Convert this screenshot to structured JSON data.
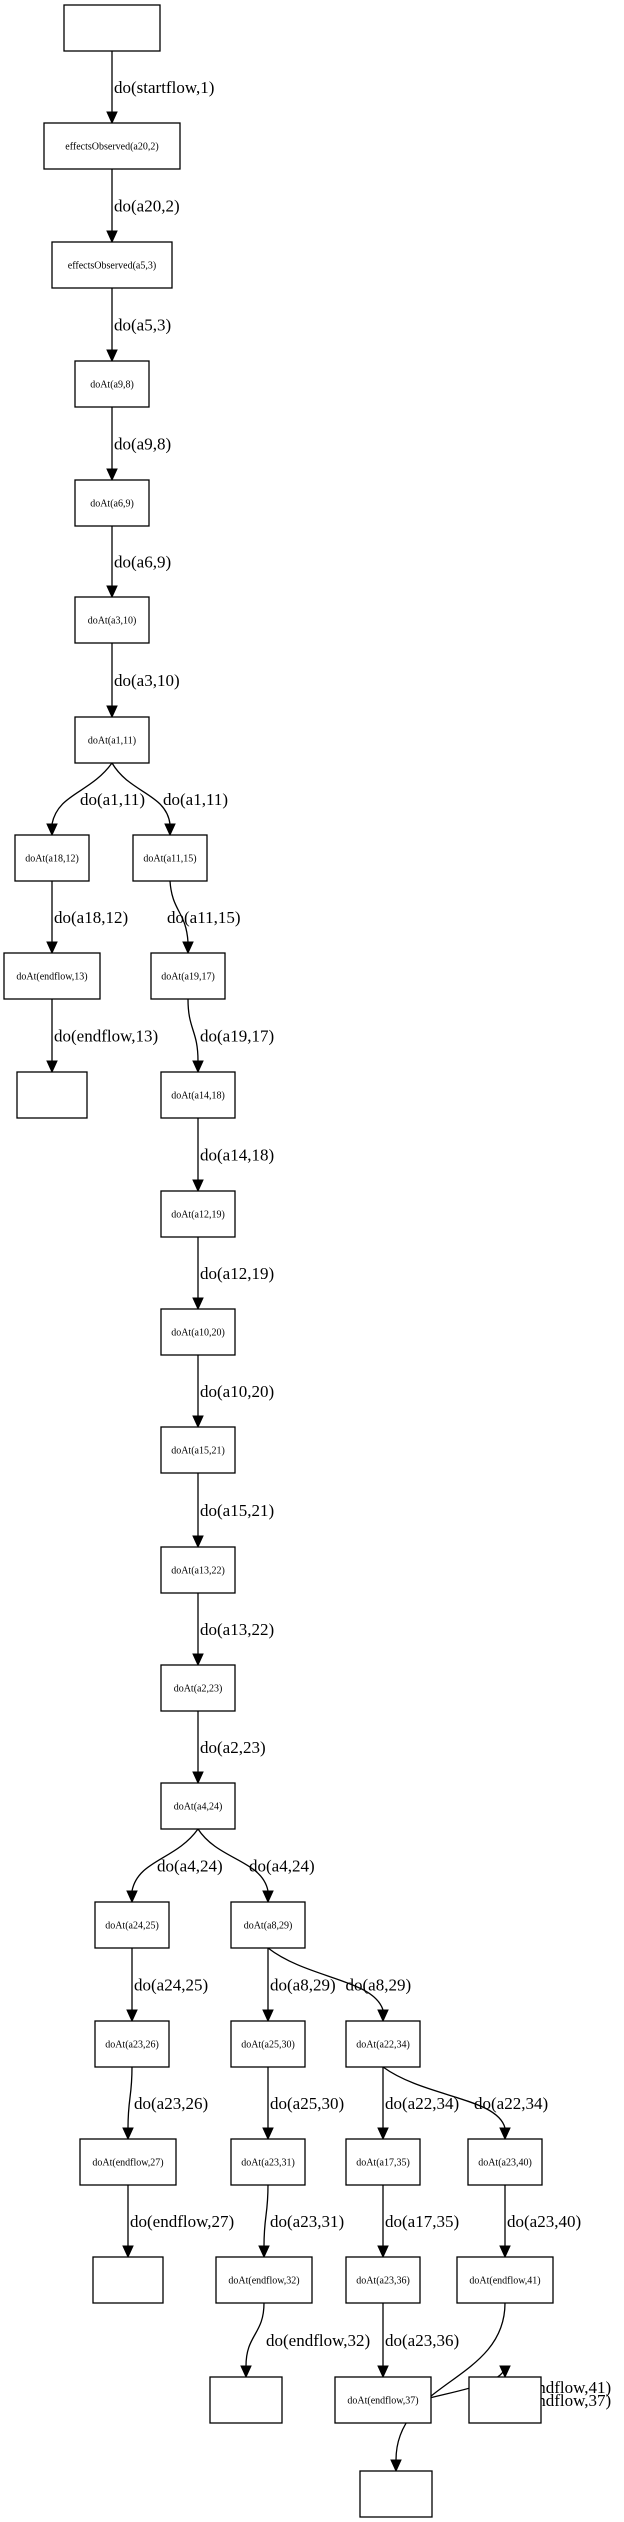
{
  "graph": {
    "nodes": [
      {
        "id": "n0",
        "label": ""
      },
      {
        "id": "n1",
        "label": "effectsObserved(a20,2)"
      },
      {
        "id": "n2",
        "label": "effectsObserved(a5,3)"
      },
      {
        "id": "n3",
        "label": "doAt(a9,8)"
      },
      {
        "id": "n4",
        "label": "doAt(a6,9)"
      },
      {
        "id": "n5",
        "label": "doAt(a3,10)"
      },
      {
        "id": "n6",
        "label": "doAt(a1,11)"
      },
      {
        "id": "n7",
        "label": "doAt(a18,12)"
      },
      {
        "id": "n8",
        "label": "doAt(a11,15)"
      },
      {
        "id": "n9",
        "label": "doAt(endflow,13)"
      },
      {
        "id": "n10",
        "label": ""
      },
      {
        "id": "n11",
        "label": "doAt(a19,17)"
      },
      {
        "id": "n12",
        "label": "doAt(a14,18)"
      },
      {
        "id": "n13",
        "label": "doAt(a12,19)"
      },
      {
        "id": "n14",
        "label": "doAt(a10,20)"
      },
      {
        "id": "n15",
        "label": "doAt(a15,21)"
      },
      {
        "id": "n16",
        "label": "doAt(a13,22)"
      },
      {
        "id": "n17",
        "label": "doAt(a2,23)"
      },
      {
        "id": "n18",
        "label": "doAt(a4,24)"
      },
      {
        "id": "n19",
        "label": "doAt(a24,25)"
      },
      {
        "id": "n20",
        "label": "doAt(a8,29)"
      },
      {
        "id": "n21",
        "label": "doAt(a23,26)"
      },
      {
        "id": "n22",
        "label": "doAt(a25,30)"
      },
      {
        "id": "n23",
        "label": "doAt(a22,34)"
      },
      {
        "id": "n24",
        "label": "doAt(endflow,27)"
      },
      {
        "id": "n25",
        "label": "doAt(a23,31)"
      },
      {
        "id": "n26",
        "label": "doAt(a17,35)"
      },
      {
        "id": "n27",
        "label": "doAt(a23,40)"
      },
      {
        "id": "n28",
        "label": ""
      },
      {
        "id": "n29",
        "label": "doAt(endflow,32)"
      },
      {
        "id": "n30",
        "label": "doAt(a23,36)"
      },
      {
        "id": "n31",
        "label": "doAt(endflow,41)"
      },
      {
        "id": "n32",
        "label": ""
      },
      {
        "id": "n33",
        "label": "doAt(endflow,37)"
      },
      {
        "id": "n34",
        "label": ""
      },
      {
        "id": "n35",
        "label": ""
      }
    ],
    "edges": [
      {
        "from": "n0",
        "to": "n1",
        "label": "do(startflow,1)"
      },
      {
        "from": "n1",
        "to": "n2",
        "label": "do(a20,2)"
      },
      {
        "from": "n2",
        "to": "n3",
        "label": "do(a5,3)"
      },
      {
        "from": "n3",
        "to": "n4",
        "label": "do(a9,8)"
      },
      {
        "from": "n4",
        "to": "n5",
        "label": "do(a6,9)"
      },
      {
        "from": "n5",
        "to": "n6",
        "label": "do(a3,10)"
      },
      {
        "from": "n6",
        "to": "n7",
        "label": "do(a1,11)"
      },
      {
        "from": "n6",
        "to": "n8",
        "label": "do(a1,11)"
      },
      {
        "from": "n7",
        "to": "n9",
        "label": "do(a18,12)"
      },
      {
        "from": "n9",
        "to": "n10",
        "label": "do(endflow,13)"
      },
      {
        "from": "n8",
        "to": "n11",
        "label": "do(a11,15)"
      },
      {
        "from": "n11",
        "to": "n12",
        "label": "do(a19,17)"
      },
      {
        "from": "n12",
        "to": "n13",
        "label": "do(a14,18)"
      },
      {
        "from": "n13",
        "to": "n14",
        "label": "do(a12,19)"
      },
      {
        "from": "n14",
        "to": "n15",
        "label": "do(a10,20)"
      },
      {
        "from": "n15",
        "to": "n16",
        "label": "do(a15,21)"
      },
      {
        "from": "n16",
        "to": "n17",
        "label": "do(a13,22)"
      },
      {
        "from": "n17",
        "to": "n18",
        "label": "do(a2,23)"
      },
      {
        "from": "n18",
        "to": "n19",
        "label": "do(a4,24)"
      },
      {
        "from": "n18",
        "to": "n20",
        "label": "do(a4,24)"
      },
      {
        "from": "n19",
        "to": "n21",
        "label": "do(a24,25)"
      },
      {
        "from": "n21",
        "to": "n24",
        "label": "do(a23,26)"
      },
      {
        "from": "n24",
        "to": "n28",
        "label": "do(endflow,27)"
      },
      {
        "from": "n20",
        "to": "n22",
        "label": "do(a8,29)"
      },
      {
        "from": "n20",
        "to": "n23",
        "label": "do(a8,29)"
      },
      {
        "from": "n22",
        "to": "n25",
        "label": "do(a25,30)"
      },
      {
        "from": "n25",
        "to": "n29",
        "label": "do(a23,31)"
      },
      {
        "from": "n29",
        "to": "n32",
        "label": "do(endflow,32)"
      },
      {
        "from": "n23",
        "to": "n26",
        "label": "do(a22,34)"
      },
      {
        "from": "n23",
        "to": "n27",
        "label": "do(a22,34)"
      },
      {
        "from": "n26",
        "to": "n30",
        "label": "do(a17,35)"
      },
      {
        "from": "n30",
        "to": "n33",
        "label": "do(a23,36)"
      },
      {
        "from": "n33",
        "to": "n34",
        "label": "do(endflow,37)"
      },
      {
        "from": "n27",
        "to": "n31",
        "label": "do(a23,40)"
      },
      {
        "from": "n31",
        "to": "n35",
        "label": "do(endflow,41)"
      }
    ]
  }
}
